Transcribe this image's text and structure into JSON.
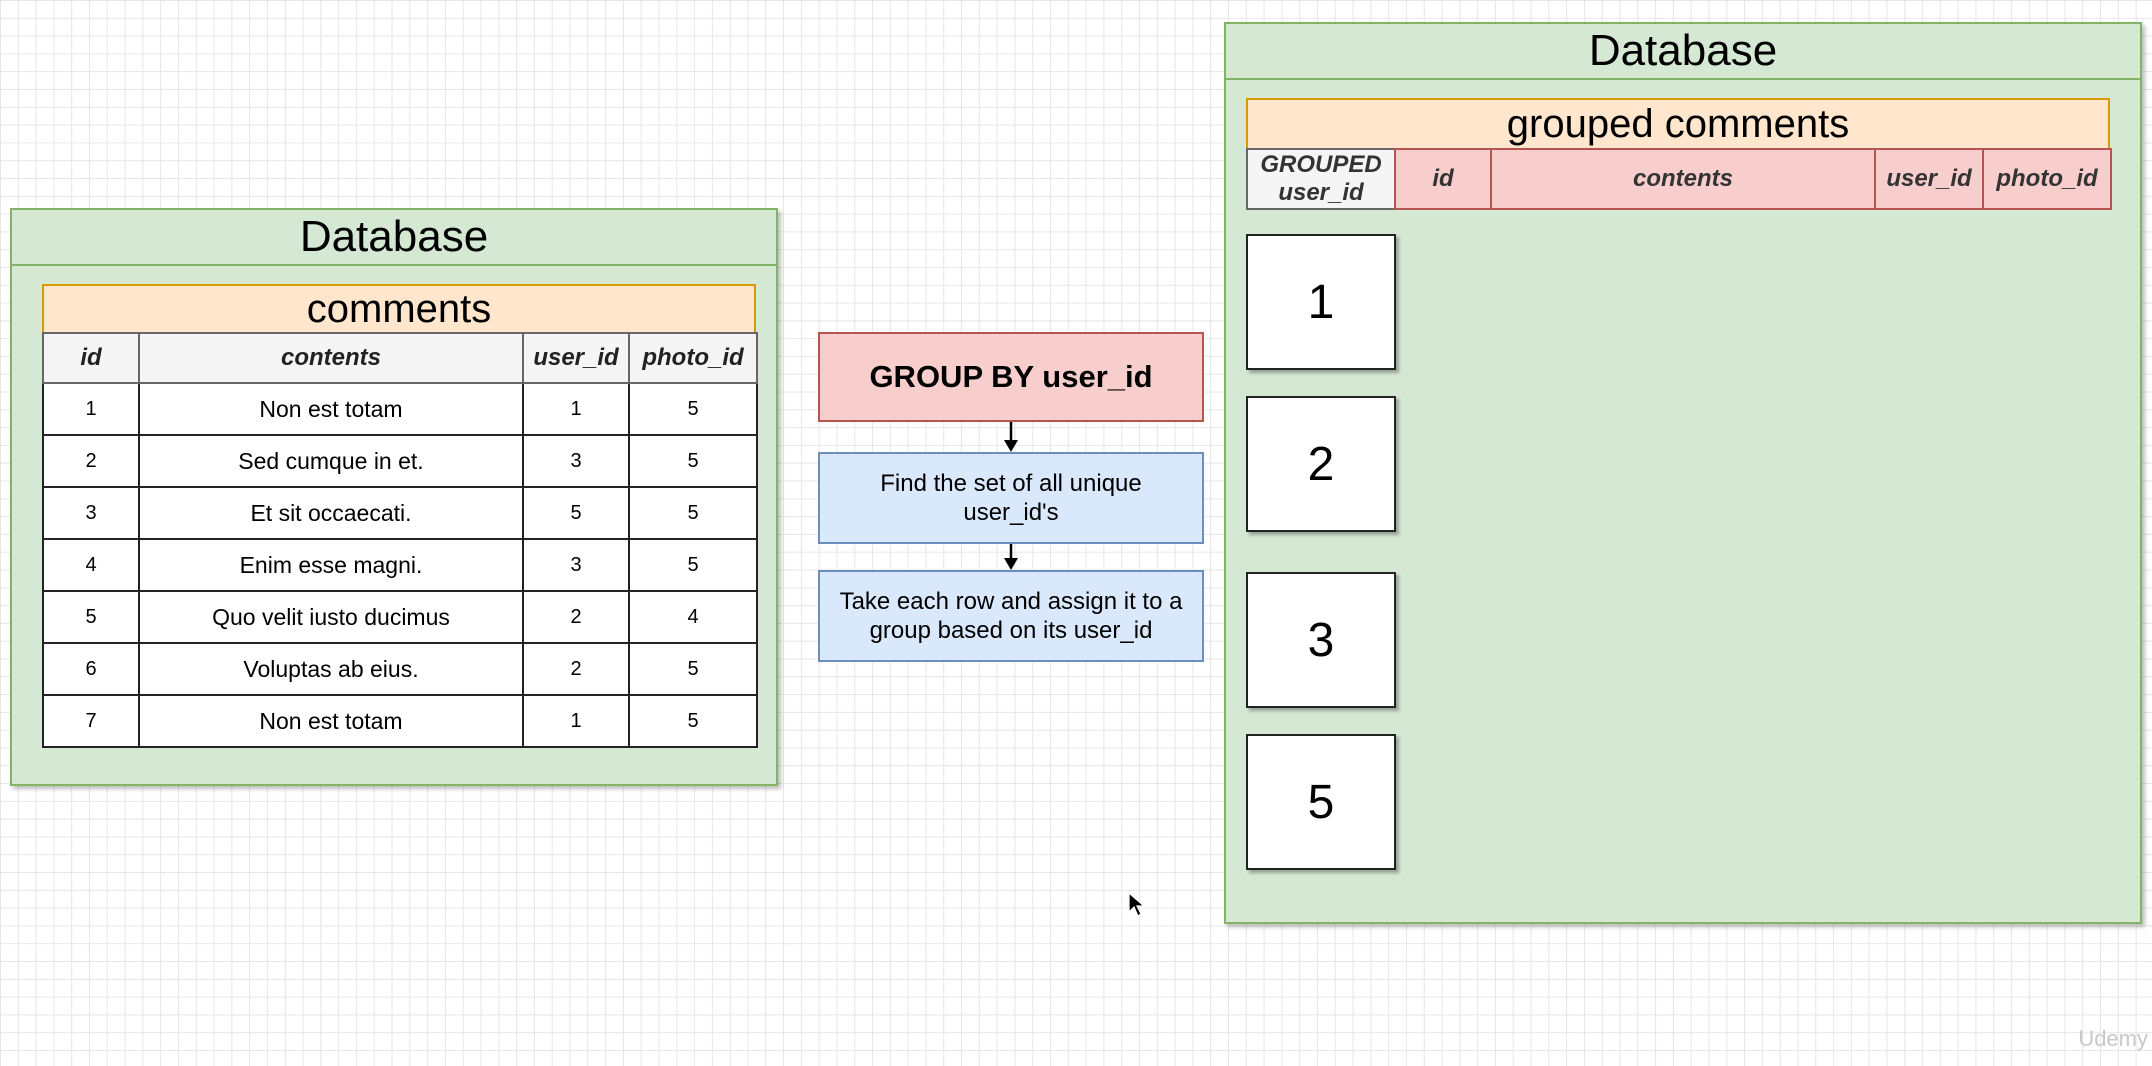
{
  "left_db": {
    "title": "Database",
    "table_name": "comments",
    "columns": [
      "id",
      "contents",
      "user_id",
      "photo_id"
    ],
    "rows": [
      [
        "1",
        "Non est totam",
        "1",
        "5"
      ],
      [
        "2",
        "Sed cumque in et.",
        "3",
        "5"
      ],
      [
        "3",
        "Et sit occaecati.",
        "5",
        "5"
      ],
      [
        "4",
        "Enim esse magni.",
        "3",
        "5"
      ],
      [
        "5",
        "Quo velit iusto ducimus",
        "2",
        "4"
      ],
      [
        "6",
        "Voluptas ab eius.",
        "2",
        "5"
      ],
      [
        "7",
        "Non est totam",
        "1",
        "5"
      ]
    ]
  },
  "flow": {
    "step1": "GROUP BY user_id",
    "step2": "Find the set of all unique user_id's",
    "step3": "Take each row and assign it to a group based on its user_id"
  },
  "right_db": {
    "title": "Database",
    "table_name": "grouped comments",
    "columns": [
      "GROUPED user_id",
      "id",
      "contents",
      "user_id",
      "photo_id"
    ],
    "groups": [
      "1",
      "2",
      "3",
      "5"
    ]
  },
  "watermark": "Udemy",
  "colors": {
    "db_fill": "#d5e8d4",
    "db_border": "#82b366",
    "banner_fill": "#ffe6cc",
    "banner_border": "#d79b00",
    "red_fill": "#f8cecc",
    "red_border": "#b85450",
    "blue_fill": "#dae8fc",
    "blue_border": "#6c8ebf"
  }
}
